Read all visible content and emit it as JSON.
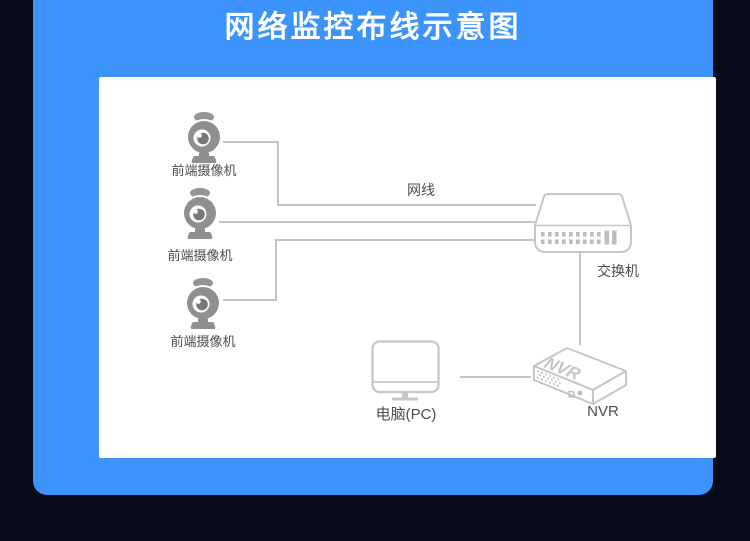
{
  "colors": {
    "background": "#070c18",
    "accent_blue": "#3b93fb",
    "panel_white": "#ffffff",
    "line_gray": "#c4c4c4",
    "icon_gray": "#8f8f8f",
    "outline_gray": "#c6c6c6",
    "label_gray": "#4d4d4d"
  },
  "header": {
    "title": "网络监控布线示意图"
  },
  "diagram": {
    "cameras": [
      {
        "label": "前端摄像机"
      },
      {
        "label": "前端摄像机"
      },
      {
        "label": "前端摄像机"
      }
    ],
    "cable_label": "网线",
    "switch": {
      "label": "交换机"
    },
    "nvr": {
      "device_text": "NVR",
      "label": "NVR"
    },
    "pc": {
      "label": "电脑(PC)"
    }
  }
}
